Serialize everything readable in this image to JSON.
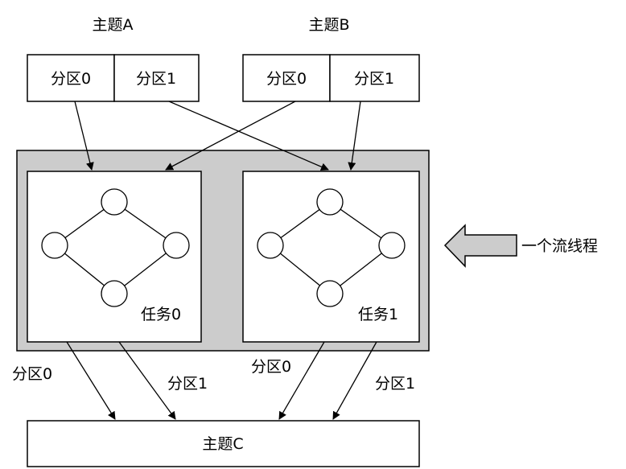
{
  "topics": {
    "a": {
      "title": "主题A",
      "partitions": [
        "分区0",
        "分区1"
      ]
    },
    "b": {
      "title": "主题B",
      "partitions": [
        "分区0",
        "分区1"
      ]
    },
    "c": {
      "title": "主题C"
    }
  },
  "thread": {
    "label": "一个流线程"
  },
  "tasks": [
    {
      "label": "任务0"
    },
    {
      "label": "任务1"
    }
  ],
  "output_labels": {
    "task0_left": "分区0",
    "task0_right": "分区1",
    "task1_left": "分区0",
    "task1_right": "分区1"
  },
  "colors": {
    "stroke": "#000000",
    "thread_fill": "#cccccc",
    "box_fill": "#ffffff"
  }
}
